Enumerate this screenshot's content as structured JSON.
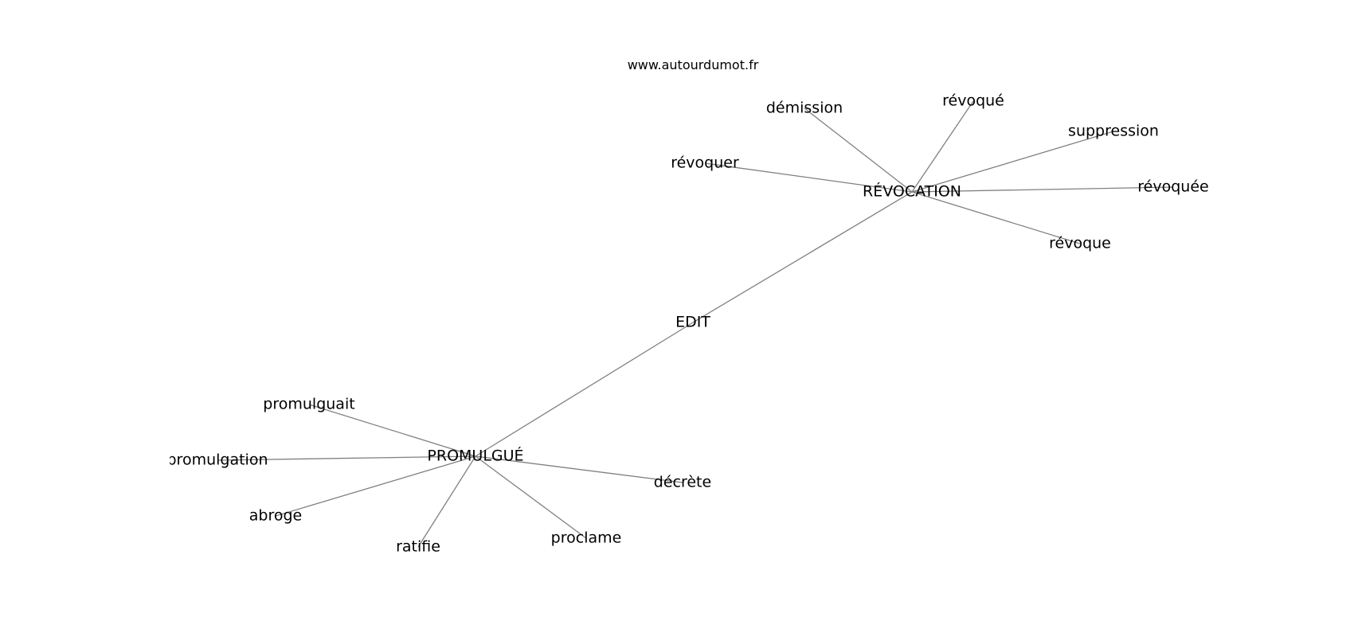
{
  "site": "www.autourdumot.fr",
  "nodes": [
    {
      "id": "edit",
      "label": "EDIT"
    },
    {
      "id": "revocation",
      "label": "RÉVOCATION"
    },
    {
      "id": "promulgue",
      "label": "PROMULGUÉ"
    },
    {
      "id": "demission",
      "label": "démission"
    },
    {
      "id": "revoque",
      "label": "révoqué"
    },
    {
      "id": "suppression",
      "label": "suppression"
    },
    {
      "id": "revoquer",
      "label": "révoquer"
    },
    {
      "id": "revoquee",
      "label": "révoquée"
    },
    {
      "id": "revoque2",
      "label": "révoque"
    },
    {
      "id": "promulguait",
      "label": "promulguait"
    },
    {
      "id": "promulgation",
      "label": "promulgation"
    },
    {
      "id": "abroge",
      "label": "abroge"
    },
    {
      "id": "ratifie",
      "label": "ratifie"
    },
    {
      "id": "proclame",
      "label": "proclame"
    },
    {
      "id": "decrete",
      "label": "décrète"
    }
  ],
  "edges": [
    [
      "edit",
      "revocation"
    ],
    [
      "edit",
      "promulgue"
    ],
    [
      "revocation",
      "demission"
    ],
    [
      "revocation",
      "revoque"
    ],
    [
      "revocation",
      "suppression"
    ],
    [
      "revocation",
      "revoquer"
    ],
    [
      "revocation",
      "revoquee"
    ],
    [
      "revocation",
      "revoque2"
    ],
    [
      "promulgue",
      "promulguait"
    ],
    [
      "promulgue",
      "promulgation"
    ],
    [
      "promulgue",
      "abroge"
    ],
    [
      "promulgue",
      "ratifie"
    ],
    [
      "promulgue",
      "proclame"
    ],
    [
      "promulgue",
      "decrete"
    ]
  ]
}
